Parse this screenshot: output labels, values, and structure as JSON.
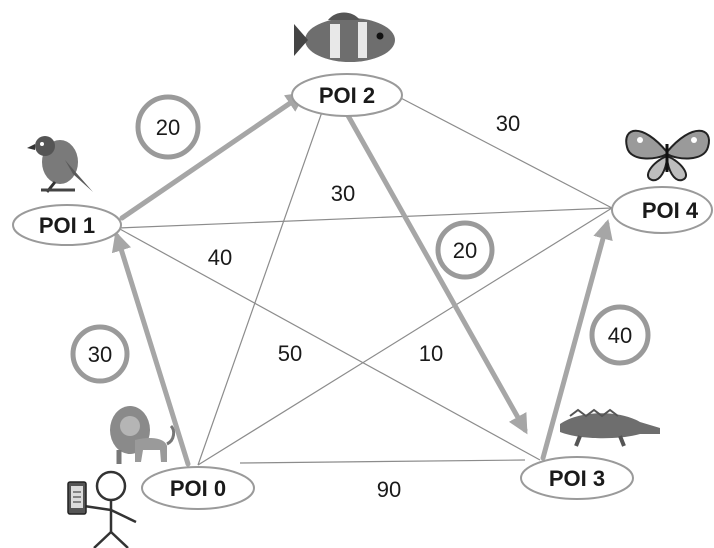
{
  "nodes": {
    "poi0": "POI 0",
    "poi1": "POI 1",
    "poi2": "POI 2",
    "poi3": "POI 3",
    "poi4": "POI 4"
  },
  "edges": {
    "poi2_poi4": "30",
    "poi1_poi4": "30",
    "poi1_poi3": "40",
    "poi0_poi2": "50",
    "poi0_poi4": "10",
    "poi0_poi3": "90"
  },
  "route": {
    "poi0_poi1": "30",
    "poi1_poi2": "20",
    "poi2_poi3": "20",
    "poi3_poi4": "40"
  },
  "icons": {
    "poi0": "lion-icon",
    "poi1": "bird-icon",
    "poi2": "fish-icon",
    "poi3": "crocodile-icon",
    "poi4": "butterfly-icon",
    "user": "person-with-phone-icon"
  },
  "colors": {
    "route_arrow": "#a6a6a6",
    "edge_line": "#8c8c8c",
    "node_border": "#9a9a9a",
    "route_circle": "#9a9a9a"
  }
}
